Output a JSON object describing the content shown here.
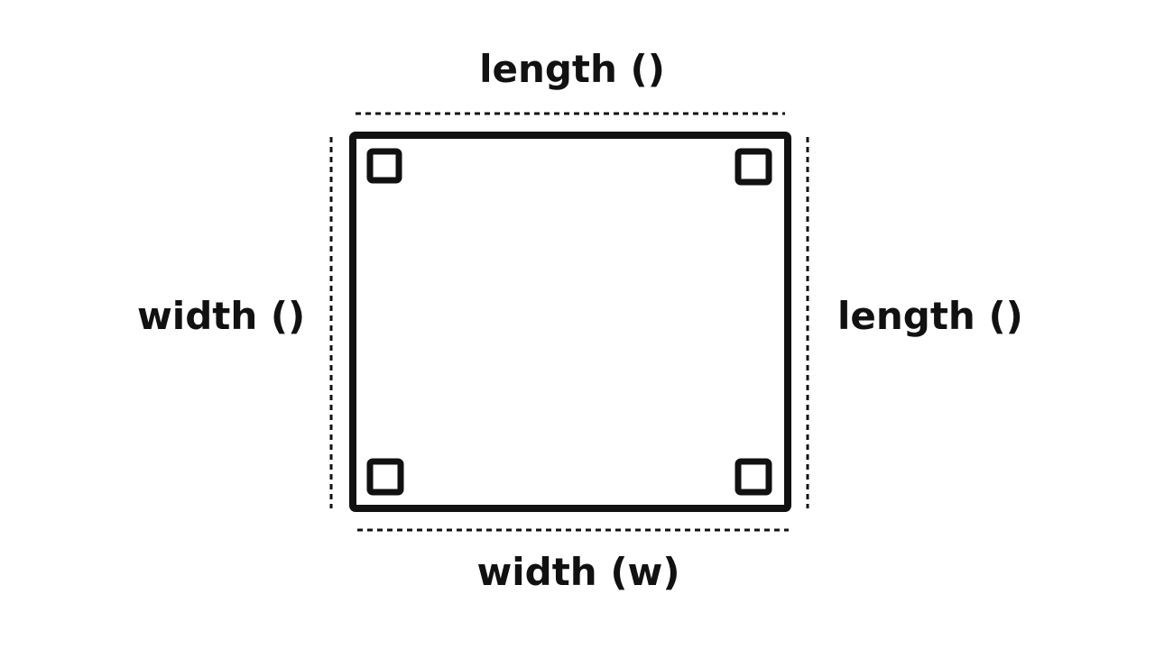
{
  "labels": {
    "top": "length ()",
    "bottom": "width (w)",
    "left": "width ()",
    "right": "length ()"
  },
  "colors": {
    "background": "#ffffff",
    "stroke": "#111111"
  }
}
